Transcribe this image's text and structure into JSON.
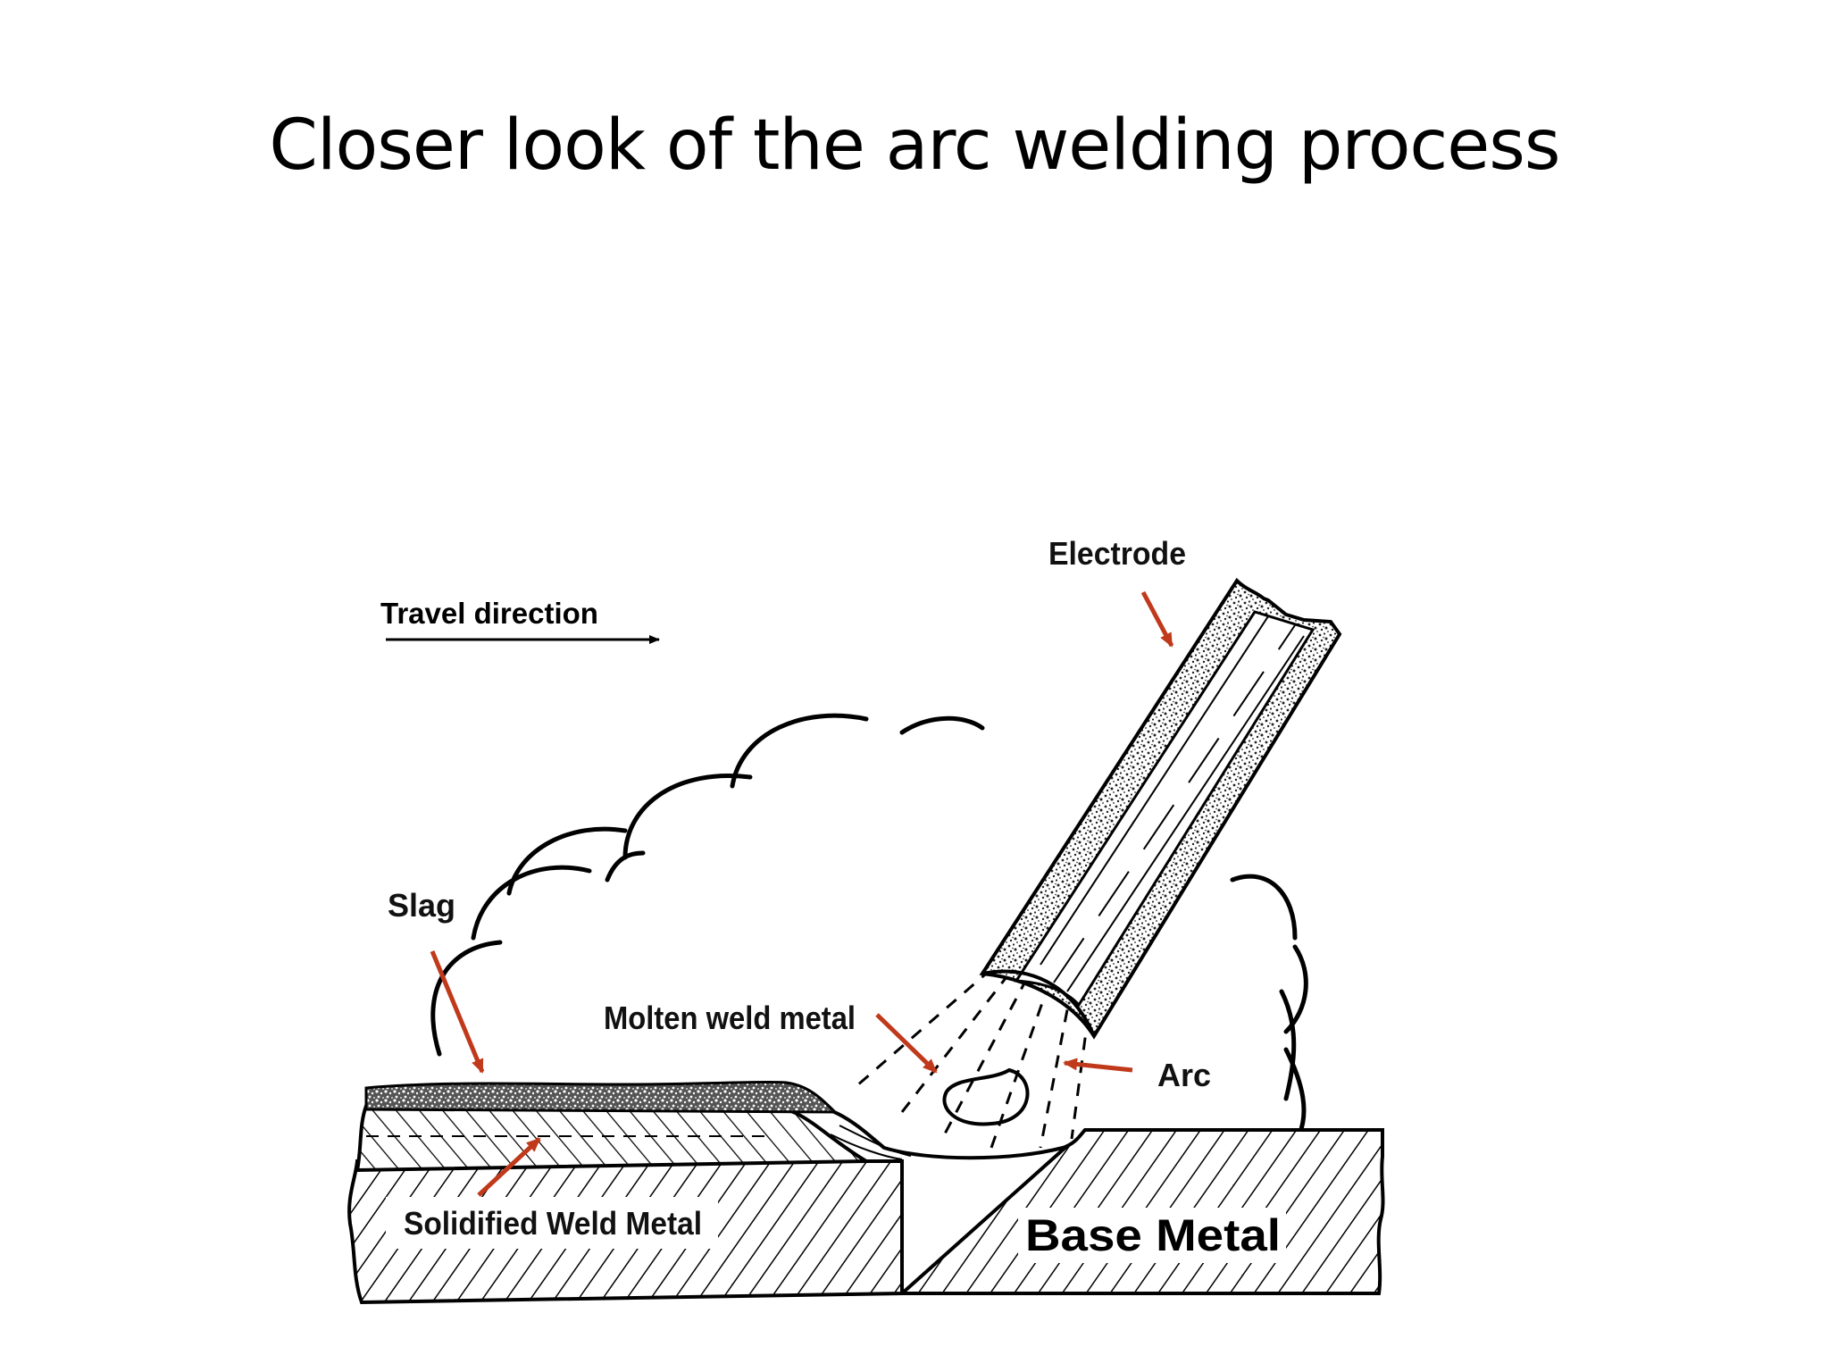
{
  "title": "Closer look of the arc welding process",
  "labels": {
    "travel_direction": "Travel direction",
    "electrode": "Electrode",
    "slag": "Slag",
    "molten_weld_metal": "Molten weld metal",
    "arc": "Arc",
    "solidified_weld_metal": "Solidified Weld Metal",
    "base_metal": "Base Metal"
  },
  "colors": {
    "pointer_arrow": "#c0391b",
    "line": "#000000",
    "background": "#ffffff"
  }
}
